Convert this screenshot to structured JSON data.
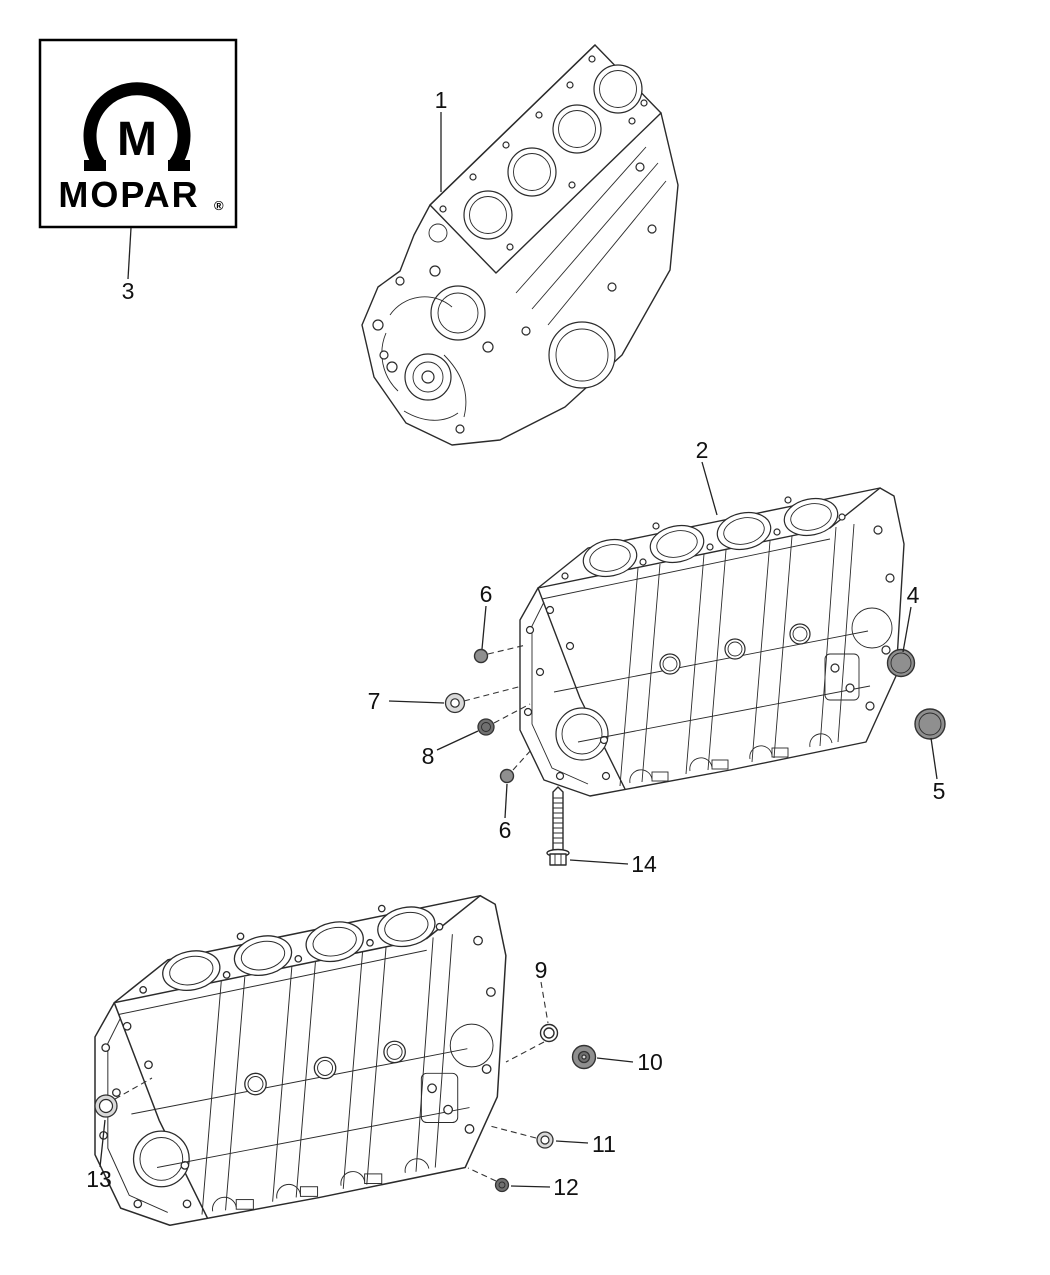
{
  "brand": {
    "monogram": "M",
    "wordmark": "MOPAR",
    "registered": "®"
  },
  "callouts": {
    "item1": "1",
    "item2": "2",
    "item3": "3",
    "item4": "4",
    "item5": "5",
    "item6a": "6",
    "item6b": "6",
    "item7": "7",
    "item8": "8",
    "item9": "9",
    "item10": "10",
    "item11": "11",
    "item12": "12",
    "item13": "13",
    "item14": "14"
  },
  "colors": {
    "line": "#2b2b2b",
    "part_gray": "#8f8f8f"
  }
}
